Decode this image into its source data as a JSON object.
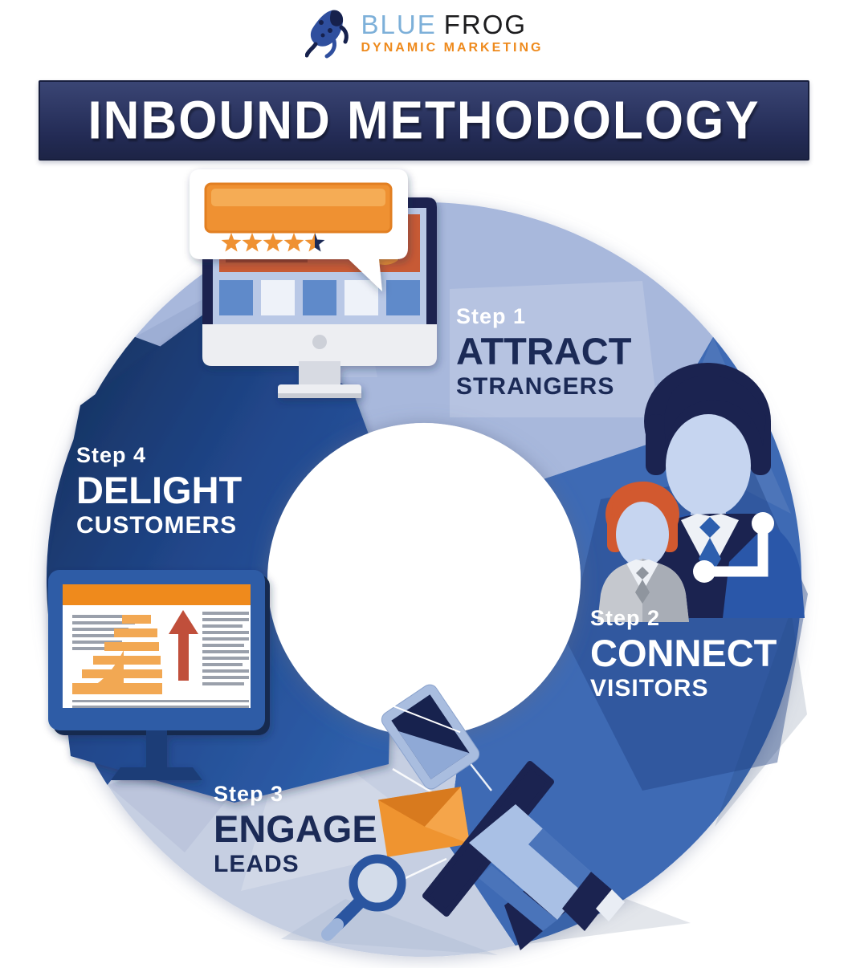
{
  "logo": {
    "icon": "blue-frog-icon",
    "brand_primary": "BLUE",
    "brand_secondary": "FROG",
    "tagline": "DYNAMIC MARKETING",
    "brand_primary_color": "#7db0d9",
    "brand_secondary_color": "#1d1d1f",
    "tagline_color": "#ee8a1d"
  },
  "banner": {
    "title": "INBOUND METHODOLOGY",
    "background_color": "#252e57",
    "text_color": "#ffffff"
  },
  "diagram": {
    "type": "circular-cycle",
    "description": "Four-step inbound marketing cycle shown as a segmented donut ring",
    "hole_color": "#ffffff",
    "steps": [
      {
        "label": "Step 1",
        "action": "ATTRACT",
        "audience": "STRANGERS",
        "position": "top",
        "segment_color": "#a8b8dc",
        "label_color": "#ffffff",
        "action_color": "#1b2a56",
        "icon": "desktop-monitor-review-icon"
      },
      {
        "label": "Step 2",
        "action": "CONNECT",
        "audience": "VISITORS",
        "position": "right",
        "segment_color": "#3e6ab4",
        "label_color": "#ffffff",
        "action_color": "#ffffff",
        "icon": "business-people-connection-icon"
      },
      {
        "label": "Step 3",
        "action": "ENGAGE",
        "audience": "LEADS",
        "position": "bottom-left",
        "segment_color": "#c6cfe2",
        "label_color": "#ffffff",
        "action_color": "#1b2a56",
        "icon": "megaphone-email-search-tablet-icon"
      },
      {
        "label": "Step 4",
        "action": "DELIGHT",
        "audience": "CUSTOMERS",
        "position": "left",
        "segment_color": "#1d3d71",
        "label_color": "#ffffff",
        "action_color": "#ffffff",
        "icon": "growth-chart-monitor-icon"
      }
    ],
    "review_bubble": {
      "stars_total": 5,
      "stars_filled": 4.5,
      "star_color": "#ef9130",
      "half_star_dark_color": "#1b2a56"
    },
    "accent_orange": "#ef9130",
    "navy": "#1b2a56"
  }
}
